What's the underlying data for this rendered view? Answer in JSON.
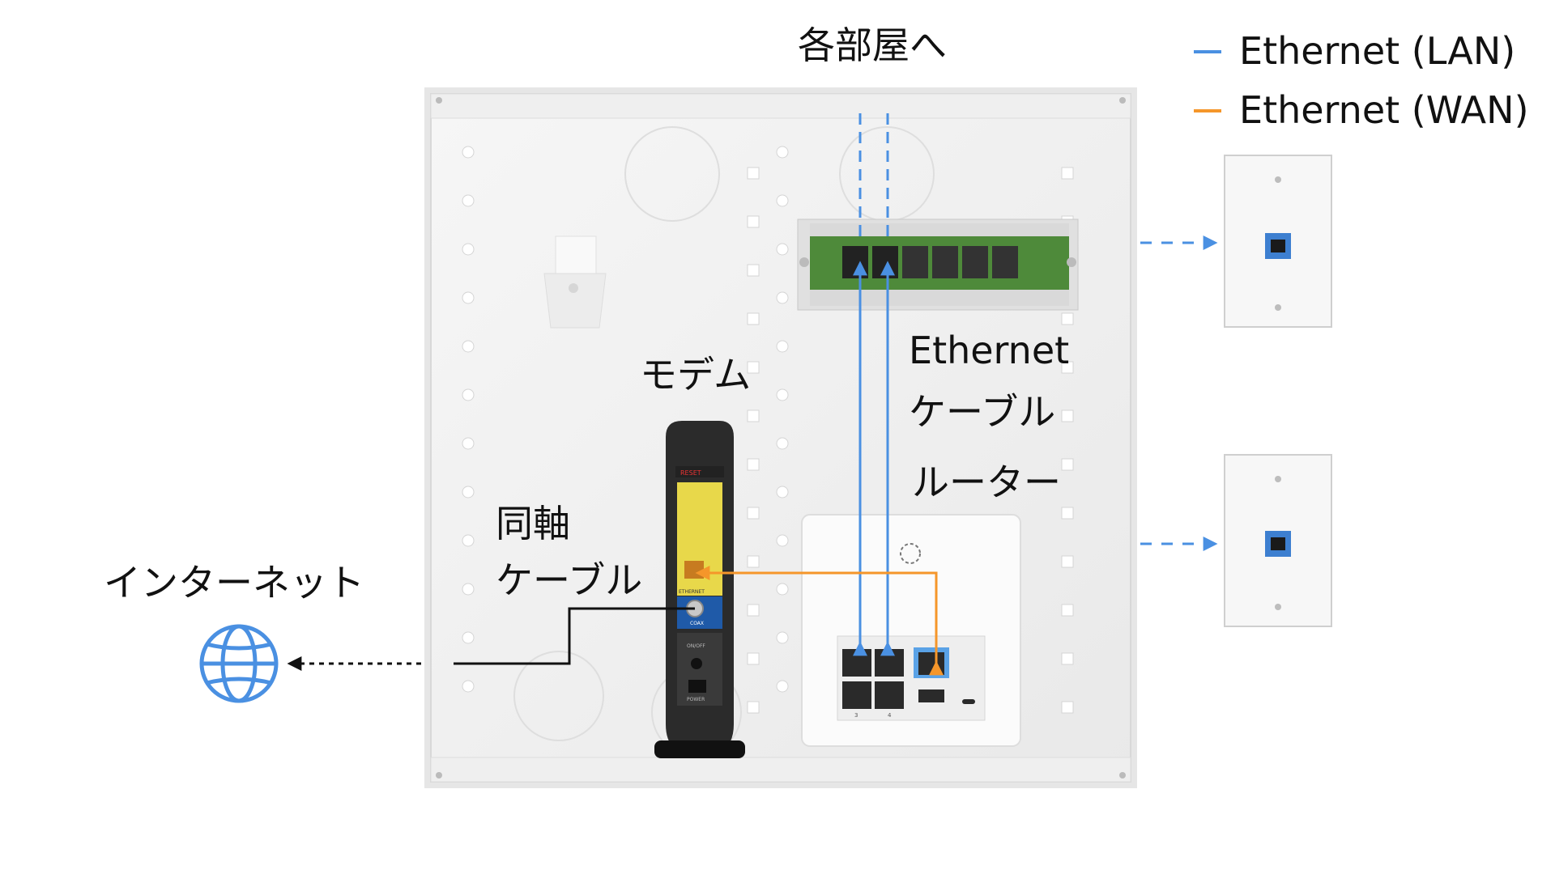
{
  "labels": {
    "to_rooms": "各部屋へ",
    "modem": "モデム",
    "ethernet_cable": "Ethernet\nケーブル",
    "router": "ルーター",
    "coax_cable": "同軸\nケーブル",
    "internet": "インターネット"
  },
  "legend": {
    "lan": "Ethernet (LAN)",
    "wan": "Ethernet (WAN)"
  },
  "colors": {
    "lan": "#4a90e2",
    "wan": "#f5962a",
    "coax": "#111111",
    "panel": "#f1f1f1",
    "patch_board": "#4e8a3a",
    "globe": "#4a90e2"
  },
  "device_text": {
    "modem_reset": "RESET",
    "modem_ethernet": "ETHERNET",
    "modem_coax": "COAX",
    "modem_onoff": "ON/OFF",
    "modem_power": "POWER",
    "router_port_3": "3",
    "router_port_4": "4"
  },
  "icons": {
    "internet": "globe-icon",
    "wall_jack": "ethernet-wall-jack-icon"
  }
}
